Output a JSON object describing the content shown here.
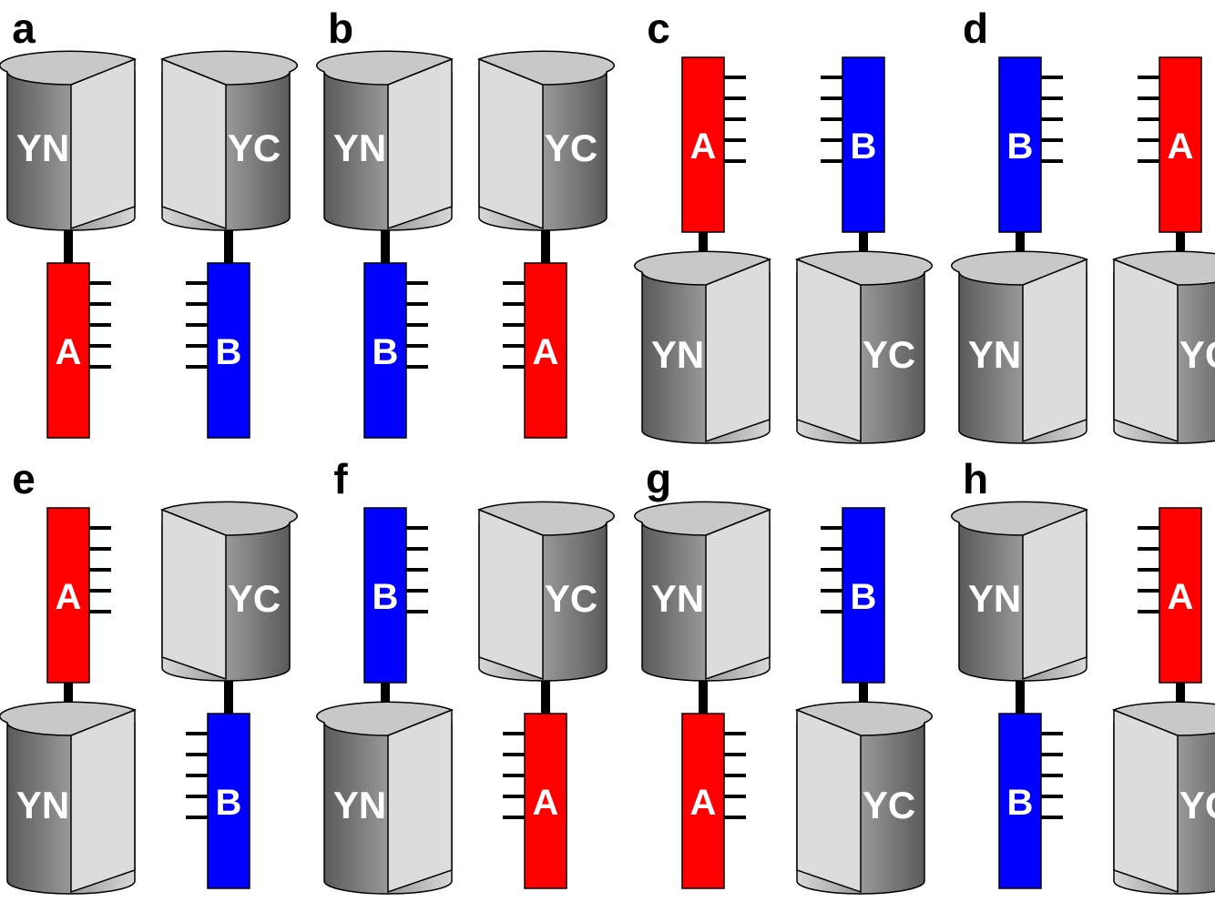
{
  "panels": [
    {
      "letter": "a",
      "left": {
        "cyl": "YN",
        "bar": "A"
      },
      "right": {
        "cyl": "YC",
        "bar": "B"
      },
      "cyl_top": true
    },
    {
      "letter": "b",
      "left": {
        "cyl": "YN",
        "bar": "B"
      },
      "right": {
        "cyl": "YC",
        "bar": "A"
      },
      "cyl_top": true
    },
    {
      "letter": "c",
      "left": {
        "cyl": "YN",
        "bar": "A"
      },
      "right": {
        "cyl": "YC",
        "bar": "B"
      },
      "cyl_top": false
    },
    {
      "letter": "d",
      "left": {
        "cyl": "YN",
        "bar": "B"
      },
      "right": {
        "cyl": "YC",
        "bar": "A"
      },
      "cyl_top": false
    },
    {
      "letter": "e",
      "left": {
        "cyl": "YN",
        "bar": "A",
        "cyl_top": false
      },
      "right": {
        "cyl": "YC",
        "bar": "B",
        "cyl_top": true
      }
    },
    {
      "letter": "f",
      "left": {
        "cyl": "YN",
        "bar": "B",
        "cyl_top": false
      },
      "right": {
        "cyl": "YC",
        "bar": "A",
        "cyl_top": true
      }
    },
    {
      "letter": "g",
      "left": {
        "cyl": "YN",
        "bar": "A",
        "cyl_top": true
      },
      "right": {
        "cyl": "YC",
        "bar": "B",
        "cyl_top": false
      }
    },
    {
      "letter": "h",
      "left": {
        "cyl": "YN",
        "bar": "B",
        "cyl_top": true
      },
      "right": {
        "cyl": "YC",
        "bar": "A",
        "cyl_top": false
      }
    }
  ],
  "colors": {
    "A": "#ff0000",
    "B": "#0000ff",
    "cyl_dark": "#5a5a5a",
    "cyl_light": "#d4d4d4",
    "cyl_face": "#dcdcdc",
    "label": "#ffffff"
  }
}
